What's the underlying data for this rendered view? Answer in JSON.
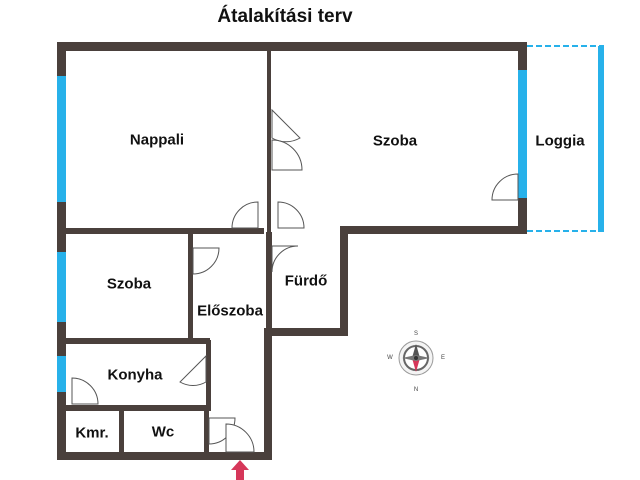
{
  "title": "Átalakítási terv",
  "rooms": {
    "nappali": "Nappali",
    "szoba_large": "Szoba",
    "loggia": "Loggia",
    "szoba_small": "Szoba",
    "eloszoba": "Előszoba",
    "furdo": "Fürdő",
    "konyha": "Konyha",
    "kamra": "Kmr.",
    "wc": "Wc"
  },
  "compass": {
    "n": "N",
    "s": "S",
    "e": "E",
    "w": "W"
  },
  "colors": {
    "wall": "#4a403c",
    "window": "#27b1ea",
    "loggia_rail": "#27b1ea",
    "entrance_arrow": "#d6375a",
    "door": "#333333"
  }
}
